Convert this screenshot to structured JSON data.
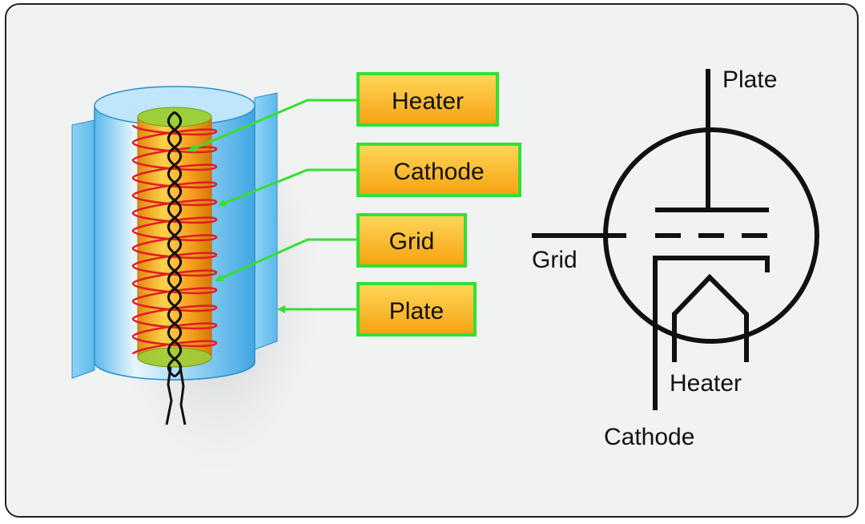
{
  "callouts": [
    {
      "id": "heater",
      "label": "Heater"
    },
    {
      "id": "cathode",
      "label": "Cathode"
    },
    {
      "id": "grid",
      "label": "Grid"
    },
    {
      "id": "plate",
      "label": "Plate"
    }
  ],
  "schematic": {
    "plate_label": "Plate",
    "grid_label": "Grid",
    "heater_label": "Heater",
    "cathode_label": "Cathode"
  },
  "colors": {
    "callout_fill": "#fdb515",
    "callout_border": "#33e033",
    "arrow": "#33e033",
    "plate_blue": "#7fcdf5",
    "cathode_orange": "#f7a321",
    "cathode_top": "#9ccf3a",
    "grid_wire": "#e02020",
    "heater_wire": "#111111"
  }
}
